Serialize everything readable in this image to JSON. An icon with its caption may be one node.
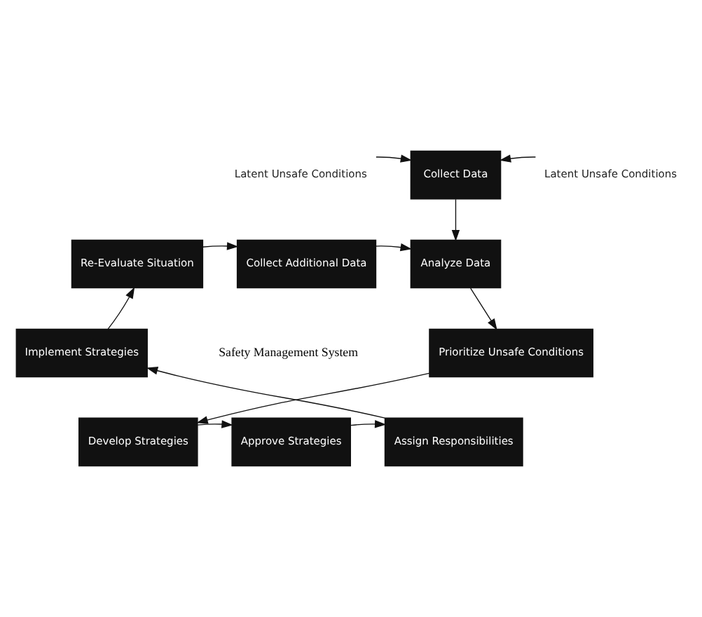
{
  "diagram": {
    "nodes": [
      {
        "text": [
          "Latent Unsafe Conditions"
        ]
      },
      {
        "text": [
          "Collect Data"
        ]
      },
      {
        "text": [
          "Latent Unsafe Conditions"
        ]
      },
      {
        "text": [
          "Analyze Data"
        ]
      },
      {
        "text": [
          "Re-Evaluate Situation"
        ]
      },
      {
        "text": [
          "Collect Additional Data"
        ]
      },
      {
        "text": [
          "Prioritize Unsafe Conditions"
        ]
      },
      {
        "text": [
          "Implement Strategies"
        ]
      },
      {
        "text": [
          "Develop Strategies"
        ]
      },
      {
        "text": [
          "Assign Responsibilities"
        ]
      },
      {
        "text": [
          "Approve Strategies"
        ]
      }
    ],
    "edges": [
      {
        "from": 0,
        "to": 1,
        "arrow": "to"
      },
      {
        "from": 2,
        "to": 1,
        "arrow": "to"
      },
      {
        "from": 1,
        "to": 3,
        "arrow": "to"
      },
      {
        "from": 4,
        "to": 5,
        "arrow": "to"
      },
      {
        "from": 5,
        "to": 3,
        "arrow": "to"
      },
      {
        "from": 3,
        "to": 6,
        "arrow": "to"
      },
      {
        "from": 6,
        "to": 8,
        "arrow": "to"
      },
      {
        "from": 8,
        "to": 10,
        "arrow": "to"
      },
      {
        "from": 10,
        "to": 9,
        "arrow": "to"
      },
      {
        "from": 9,
        "to": 7,
        "arrow": "to"
      },
      {
        "from": 7,
        "to": 4,
        "arrow": "to"
      }
    ],
    "labels": [
      "Safety Management System"
    ]
  }
}
